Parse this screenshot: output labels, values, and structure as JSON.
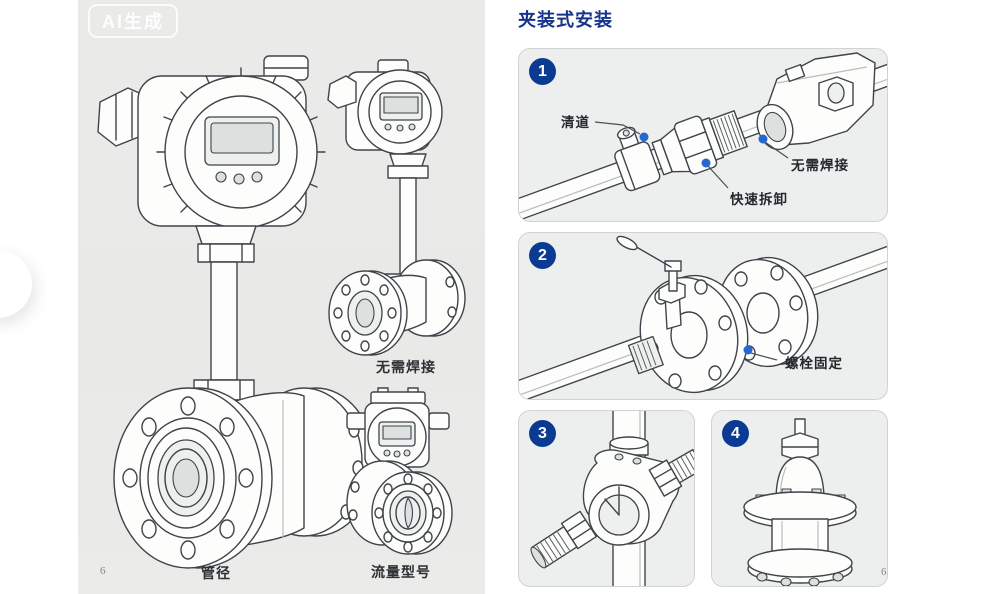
{
  "watermark": {
    "label": "AI生成"
  },
  "left_page": {
    "page_number": "6",
    "figure_labels": {
      "pipe_diameter": "管径",
      "no_welding": "无需焊接",
      "flow_model": "流量型号"
    }
  },
  "right_page": {
    "title": "夹装式安装",
    "page_number": "6",
    "steps": [
      {
        "number": "1",
        "labels": {
          "clean_channel": "清道",
          "no_welding": "无需焊接",
          "quick_release": "快速拆卸"
        }
      },
      {
        "number": "2",
        "labels": {
          "bolt_fixing": "螺栓固定"
        }
      },
      {
        "number": "3",
        "labels": {}
      },
      {
        "number": "4",
        "labels": {}
      }
    ]
  },
  "colors": {
    "title_blue": "#17348c",
    "badge_blue": "#0a3a91",
    "marker_blue": "#2668cf",
    "left_page_bg": "#e9e9e7",
    "panel_bg": "#edefee",
    "panel_border": "#d0d3d1",
    "line_art": "#3f444a"
  }
}
